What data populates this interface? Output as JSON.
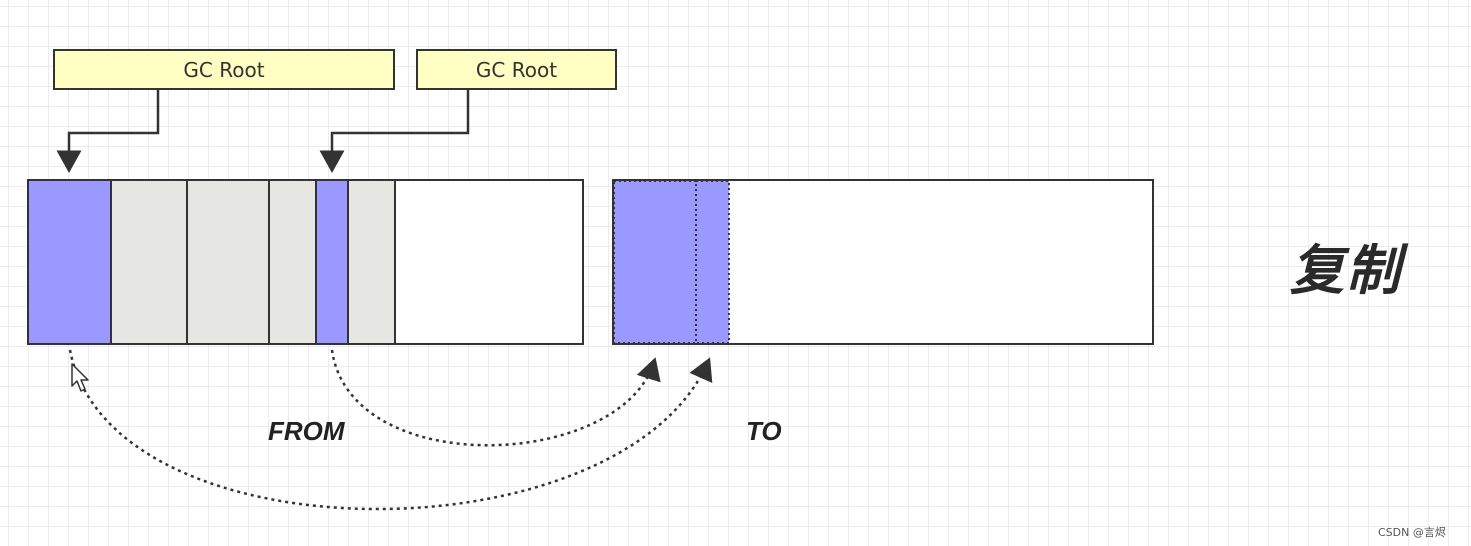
{
  "gc_roots": [
    {
      "label": "GC Root"
    },
    {
      "label": "GC Root"
    }
  ],
  "regions": {
    "from": {
      "label": "FROM"
    },
    "to": {
      "label": "TO"
    }
  },
  "action_label": "复制",
  "watermark": "CSDN @言烬",
  "colors": {
    "live_object": "#9999ff",
    "garbage_object": "#e6e6e3",
    "free_space": "#ffffff",
    "gc_root_fill": "#ffffc4",
    "outline": "#333333"
  },
  "icons": {
    "cursor": "mouse-pointer-icon"
  }
}
